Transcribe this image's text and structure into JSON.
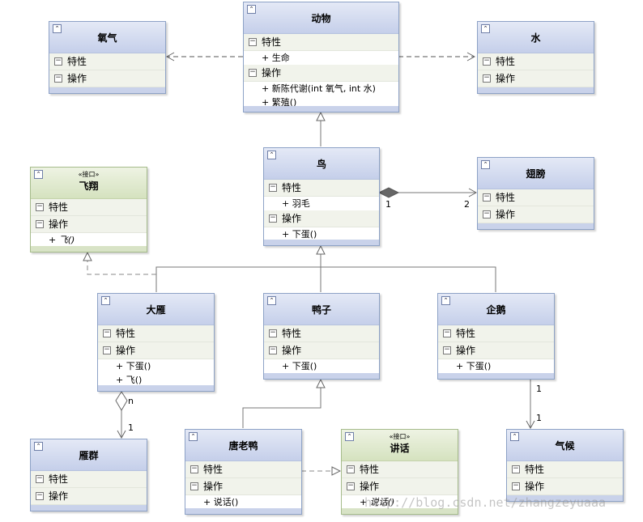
{
  "labels": {
    "attributes": "特性",
    "operations": "操作",
    "interface_stereotype": "«接口»"
  },
  "classes": {
    "animal": {
      "name": "动物",
      "attrs": [
        "+ 生命"
      ],
      "ops": [
        "+ 新陈代谢(int 氧气, int 水)",
        "+ 繁殖()"
      ]
    },
    "oxygen": {
      "name": "氧气"
    },
    "water": {
      "name": "水"
    },
    "bird": {
      "name": "鸟",
      "attrs": [
        "+ 羽毛"
      ],
      "ops": [
        "+ 下蛋()"
      ]
    },
    "wing": {
      "name": "翅膀"
    },
    "fly": {
      "name": "飞翔",
      "ops": [
        "+ 飞()"
      ]
    },
    "goose": {
      "name": "大雁",
      "ops": [
        "+ 下蛋()",
        "+ 飞()"
      ]
    },
    "duck": {
      "name": "鸭子",
      "ops": [
        "+ 下蛋()"
      ]
    },
    "penguin": {
      "name": "企鹅",
      "ops": [
        "+ 下蛋()"
      ]
    },
    "flock": {
      "name": "雁群"
    },
    "tanglaoya": {
      "name": "唐老鸭",
      "ops": [
        "+ 说话()"
      ]
    },
    "speak": {
      "name": "讲话",
      "ops": [
        "+ 说话()"
      ]
    },
    "climate": {
      "name": "气候"
    }
  },
  "multiplicity": {
    "bird_end": "1",
    "wing_end": "2",
    "goose_end": "n",
    "flock_end": "1",
    "penguin_end": "1",
    "climate_end": "1"
  },
  "watermark": "http://blog.csdn.net/zhangzeyuaaa"
}
